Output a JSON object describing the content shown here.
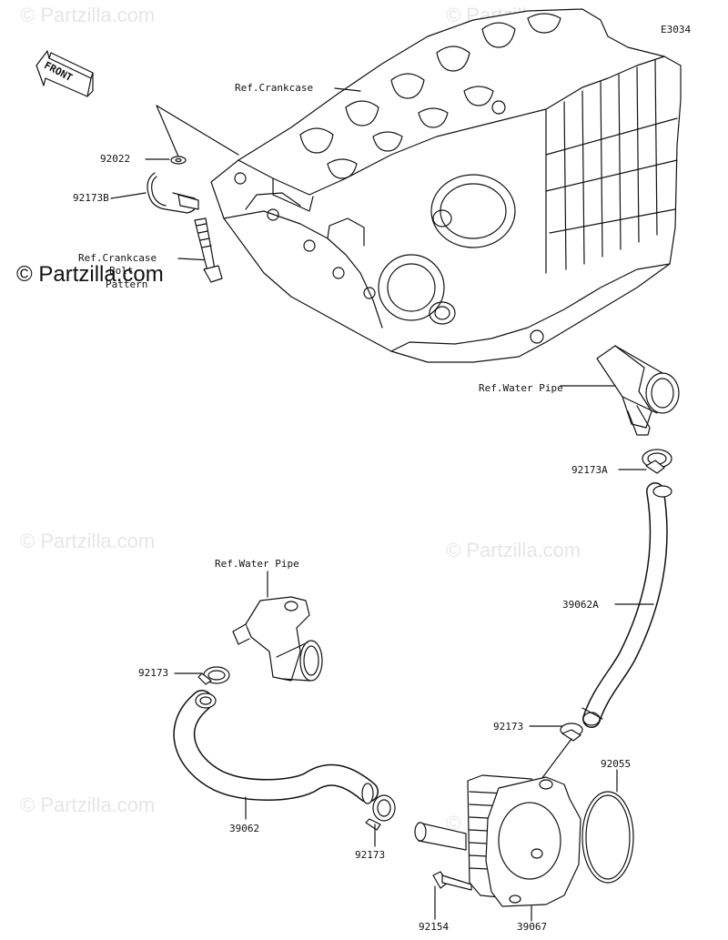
{
  "diagram": {
    "code": "E3034",
    "front_label": "FRONT",
    "brand": "© Partzilla.com",
    "watermark": "© Partzilla.com",
    "line_color": "#111111",
    "watermark_color": "#e6e6e6",
    "labels": {
      "ref_crankcase_top": "Ref.Crankcase",
      "p92022": "92022",
      "p92173B": "92173B",
      "ref_crankcase_bolt_line1": "Ref.Crankcase",
      "ref_crankcase_bolt_line2": "Bolt",
      "ref_crankcase_bolt_line3": "Pattern",
      "ref_water_pipe_right": "Ref.Water Pipe",
      "p92173A": "92173A",
      "p39062A": "39062A",
      "ref_water_pipe_left": "Ref.Water Pipe",
      "p92173_left": "92173",
      "p92173_right": "92173",
      "p92055": "92055",
      "p39062": "39062",
      "p92173_bottom": "92173",
      "p92154": "92154",
      "p39067": "39067"
    }
  }
}
